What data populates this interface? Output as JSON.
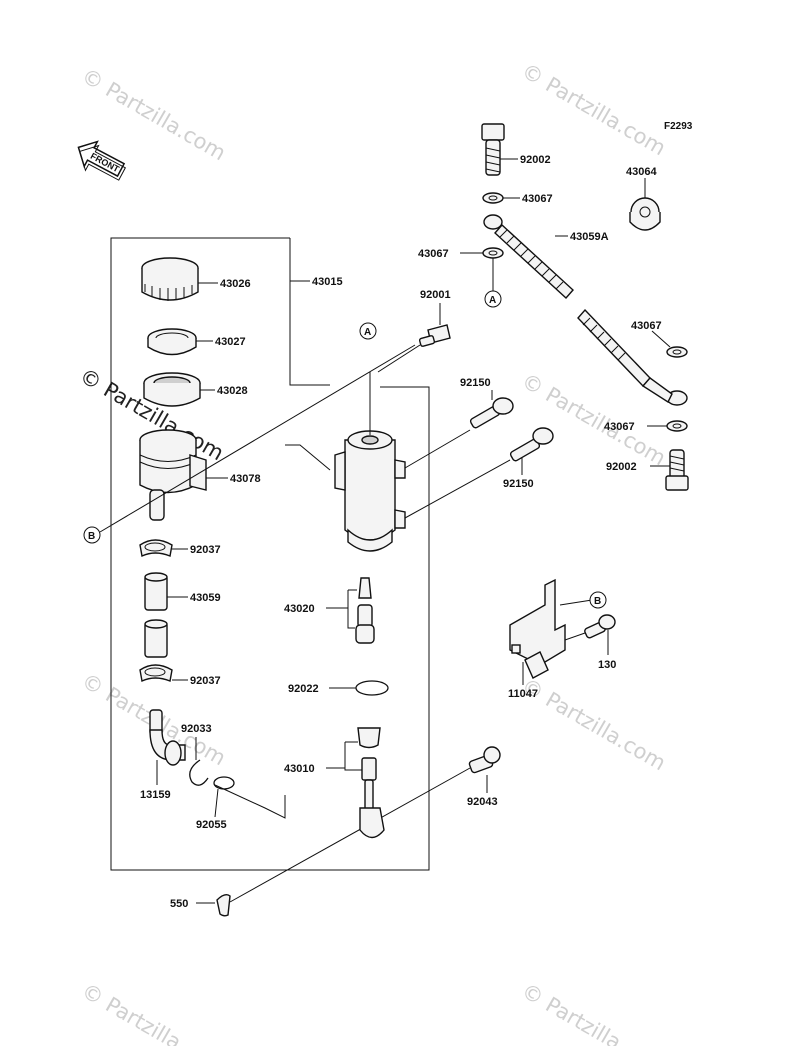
{
  "figure_code": "F2293",
  "front_arrow": {
    "label": "FRONT"
  },
  "watermark": {
    "text": "© Partzilla.com"
  },
  "callouts": {
    "A": "A",
    "B": "B"
  },
  "parts": {
    "p43015": "43015",
    "p43026": "43026",
    "p43027": "43027",
    "p43028": "43028",
    "p43078": "43078",
    "p92037a": "92037",
    "p43059": "43059",
    "p92037b": "92037",
    "p92033": "92033",
    "p13159": "13159",
    "p92055": "92055",
    "p550": "550",
    "p92001": "92001",
    "p92150a": "92150",
    "p92150b": "92150",
    "p43020": "43020",
    "p92022": "92022",
    "p43010": "43010",
    "p92043": "92043",
    "p92002a": "92002",
    "p43067a": "43067",
    "p43067b": "43067",
    "p43059A": "43059A",
    "p43064": "43064",
    "p43067c": "43067",
    "p43067d": "43067",
    "p92002b": "92002",
    "p11047": "11047",
    "p130": "130"
  }
}
